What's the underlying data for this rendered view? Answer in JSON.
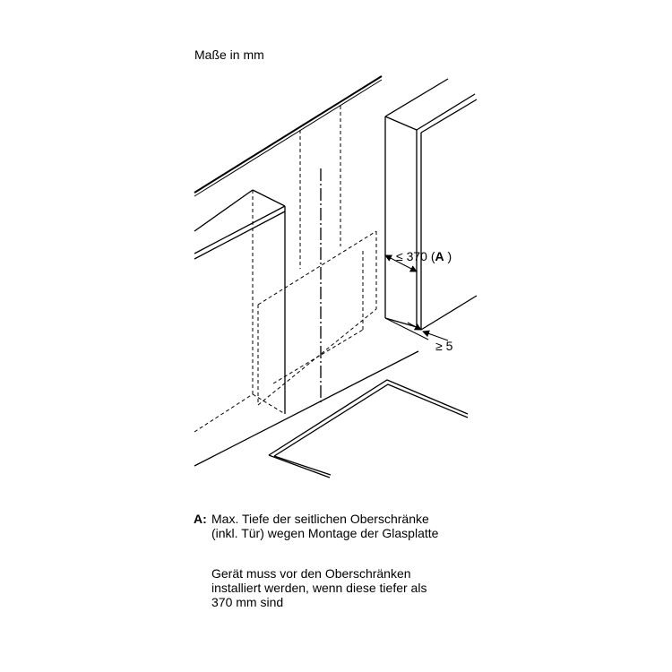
{
  "units_label": "Maße in mm",
  "dimensions": {
    "depth_prefix": "≤ 370 (",
    "depth_ref": "A",
    "depth_suffix": " )",
    "gap": "≥ 5"
  },
  "notes": {
    "a_key": "A:",
    "a_line1": "Max. Tiefe der seitlichen Oberschränke",
    "a_line2": "(inkl. Tür) wegen Montage der Glasplatte",
    "b_line1": "Gerät muss vor den Oberschränken",
    "b_line2": "installiert werden, wenn diese tiefer als",
    "b_line3": "370 mm sind"
  },
  "colors": {
    "stroke": "#000000",
    "background": "#ffffff"
  }
}
